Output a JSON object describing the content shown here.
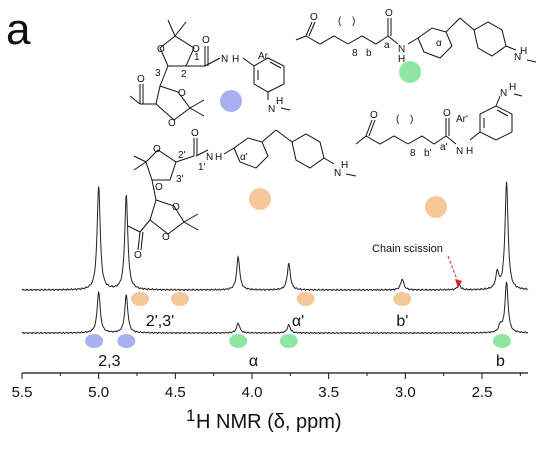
{
  "panel_label": "a",
  "colors": {
    "blue": "#a8b0f0",
    "orange": "#f5c89a",
    "green": "#8ee6a0",
    "axis": "#111111",
    "annotation_arrow": "#e02020"
  },
  "structures": {
    "top_left": {
      "atoms": [
        "Ar",
        "N",
        "H",
        "1",
        "2",
        "3"
      ]
    },
    "top_right": {
      "atoms": [
        "8",
        "b",
        "a",
        "N",
        "H",
        "α",
        "N",
        "H"
      ]
    },
    "middle_left": {
      "atoms": [
        "2'",
        "1'",
        "3'",
        "N",
        "H",
        "α'",
        "N",
        "H"
      ]
    },
    "middle_right": {
      "atoms": [
        "Ar'",
        "8",
        "b'",
        "a'",
        "N",
        "H",
        "N",
        "H"
      ]
    }
  },
  "chart_data": {
    "type": "line",
    "xlabel_prefix": "1",
    "xlabel_main": "H NMR (δ, ppm)",
    "xlim": [
      5.5,
      2.2
    ],
    "x_ticks": [
      5.5,
      5.0,
      4.5,
      4.0,
      3.5,
      3.0,
      2.5
    ],
    "x_tick_labels": [
      "5.5",
      "5.0",
      "4.5",
      "4.0",
      "3.5",
      "3.0",
      "2.5"
    ],
    "series": [
      {
        "peaks": [
          {
            "x": 5.0,
            "h": 0.95
          },
          {
            "x": 4.82,
            "h": 0.86
          },
          {
            "x": 4.09,
            "h": 0.3
          },
          {
            "x": 3.76,
            "h": 0.24
          },
          {
            "x": 3.02,
            "h": 0.1
          },
          {
            "x": 2.65,
            "h": 0.05
          },
          {
            "x": 2.4,
            "h": 0.15
          },
          {
            "x": 2.34,
            "h": 0.98
          }
        ]
      },
      {
        "peaks": [
          {
            "x": 5.0,
            "h": 0.46
          },
          {
            "x": 4.82,
            "h": 0.42
          },
          {
            "x": 4.09,
            "h": 0.11
          },
          {
            "x": 3.76,
            "h": 0.09
          },
          {
            "x": 2.38,
            "h": 0.08
          },
          {
            "x": 2.34,
            "h": 0.56
          }
        ]
      }
    ],
    "markers": [
      {
        "x": 4.73,
        "color": "orange",
        "row": "mid"
      },
      {
        "x": 4.47,
        "color": "orange",
        "row": "mid"
      },
      {
        "x": 3.65,
        "color": "orange",
        "row": "mid"
      },
      {
        "x": 3.02,
        "color": "orange",
        "row": "mid"
      },
      {
        "x": 5.03,
        "color": "blue",
        "row": "low"
      },
      {
        "x": 4.82,
        "color": "blue",
        "row": "low"
      },
      {
        "x": 4.09,
        "color": "green",
        "row": "low"
      },
      {
        "x": 3.76,
        "color": "green",
        "row": "low"
      },
      {
        "x": 2.37,
        "color": "green",
        "row": "low"
      }
    ],
    "peak_labels": [
      {
        "text": "2',3'",
        "x": 4.6,
        "row": "mid"
      },
      {
        "text": "α'",
        "x": 3.7,
        "row": "mid"
      },
      {
        "text": "b'",
        "x": 3.02,
        "row": "mid"
      },
      {
        "text": "2,3",
        "x": 4.93,
        "row": "low"
      },
      {
        "text": "α",
        "x": 3.99,
        "row": "low"
      },
      {
        "text": "b",
        "x": 2.38,
        "row": "low"
      }
    ],
    "annotations": [
      {
        "text": "Chain scission",
        "x": 2.65
      }
    ]
  }
}
